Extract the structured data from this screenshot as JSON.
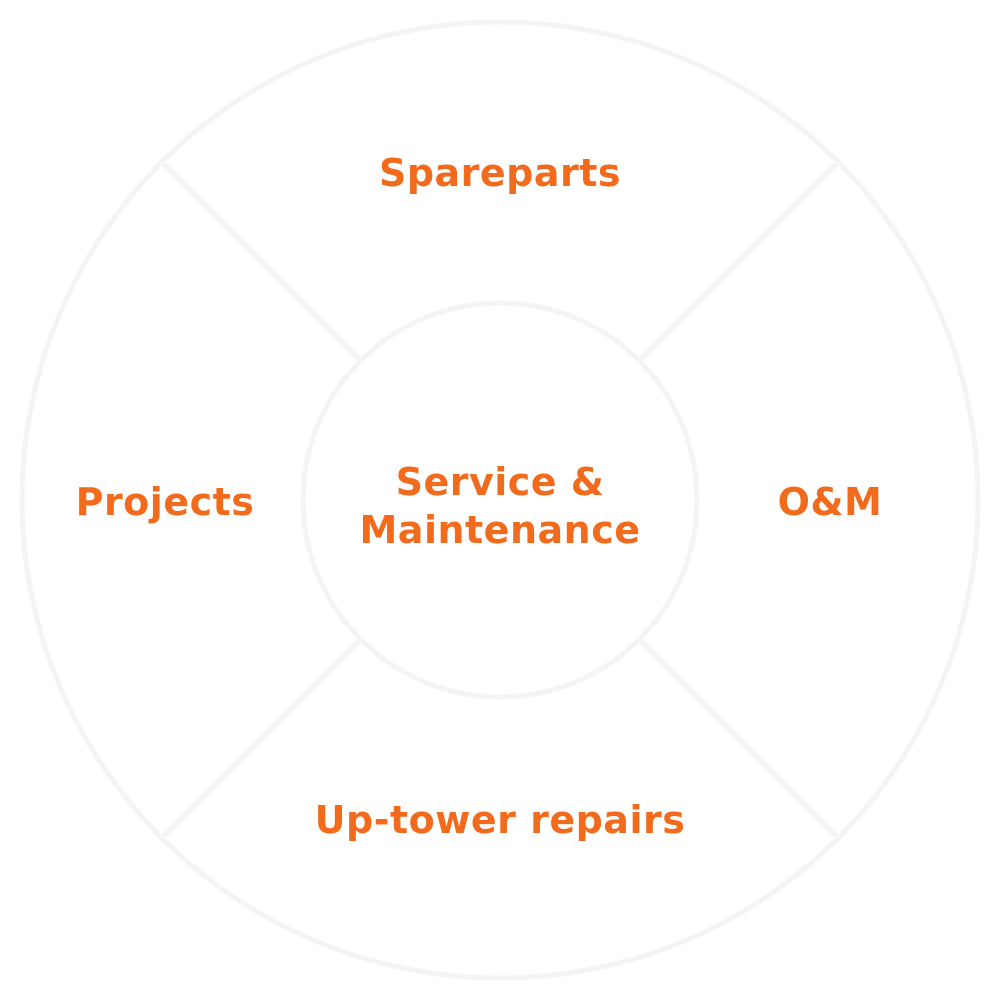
{
  "diagram": {
    "center": {
      "line1": "Service &",
      "line2": "Maintenance"
    },
    "segments": {
      "top": "Spareparts",
      "left": "Projects",
      "right": "O&M",
      "bottom": "Up-tower repairs"
    },
    "colors": {
      "label": "#f26b1d",
      "ring_stroke": "#f3f3f3",
      "background": "#ffffff"
    }
  }
}
